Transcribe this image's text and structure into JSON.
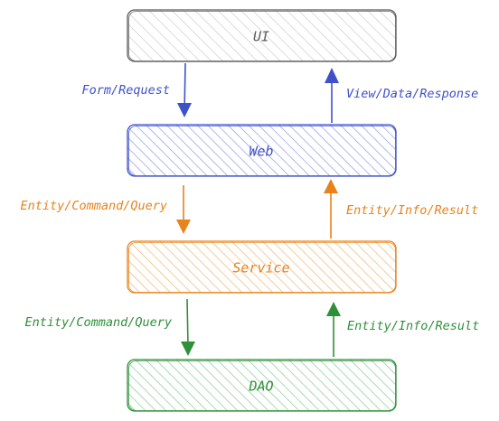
{
  "colors": {
    "ui": "#5b5b5b",
    "ui_fill": "#d6d6d6",
    "web": "#3f51c9",
    "web_fill": "#a9b3ee",
    "service": "#e8821c",
    "service_fill": "#f9c58e",
    "dao": "#2f8f3a",
    "dao_fill": "#9fd6a6"
  },
  "layers": {
    "ui": {
      "label": "UI"
    },
    "web": {
      "label": "Web"
    },
    "service": {
      "label": "Service"
    },
    "dao": {
      "label": "DAO"
    }
  },
  "edges": {
    "ui_to_web": {
      "label": "Form/Request"
    },
    "web_to_ui": {
      "label": "View/Data/Response"
    },
    "web_to_service": {
      "label": "Entity/Command/Query"
    },
    "service_to_web": {
      "label": "Entity/Info/Result"
    },
    "service_to_dao": {
      "label": "Entity/Command/Query"
    },
    "dao_to_service": {
      "label": "Entity/Info/Result"
    }
  }
}
